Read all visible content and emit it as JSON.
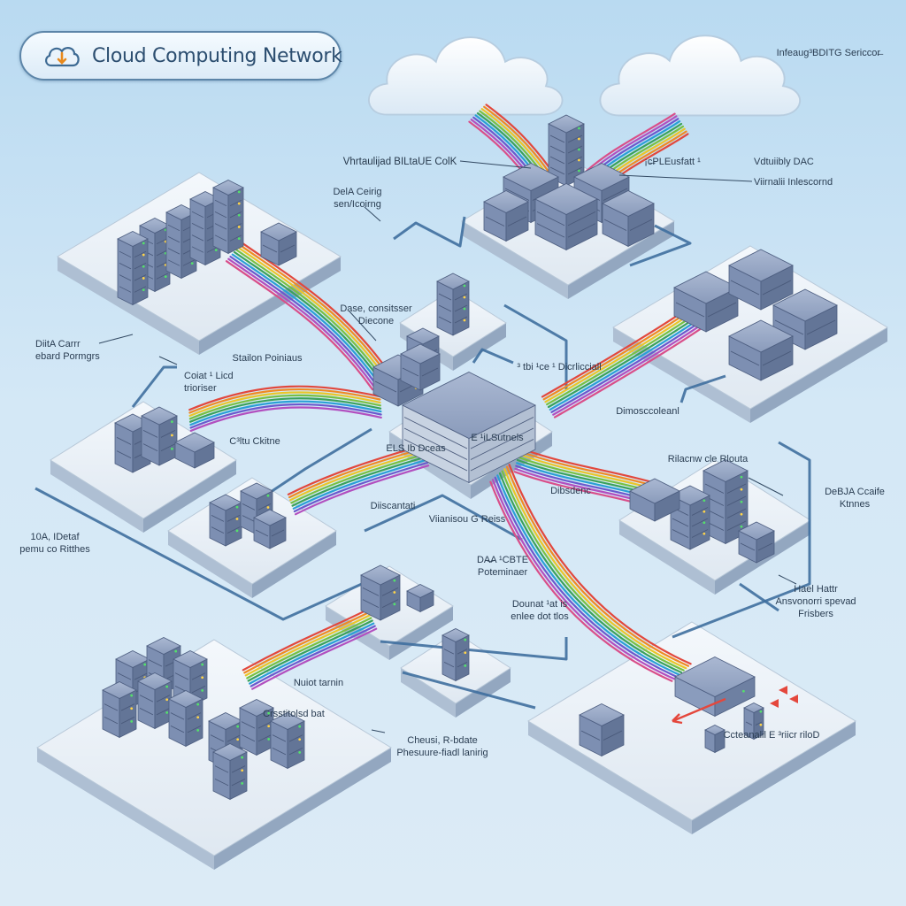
{
  "title": "Cloud Computing Network",
  "labels": {
    "top_right": "Infeaug³BDITG Sericcor̶",
    "virtual_top": "Vhrtaulijad BILtaUE ColK",
    "cloud_dac": "¡c̶PLEusfatt ¹",
    "vituairly_dac": "Vdtuiibly DAC",
    "virtual_interconnect": "Viirnalii Inlescornd",
    "data_centre_top": "DelA Ceirig\nsen/Icoirng",
    "data_cluster": "Dase, consitsser\nDiecone",
    "data_centre_left": "DiitA Carrr\nebard Pormgrs",
    "cobat_tied": "Coiat ¹ Licd\ntrioriser",
    "stadon_poiniaus": "Stailon Poiniaus",
    "cihu_ckilne": "C³ltu Ckitne",
    "hub_a": "ELS Ib Dceas",
    "hub_b": "E ¹iLSutnels",
    "rerccnmat": "³ tbi ¹ce ¹ Dicrlicciall",
    "dimoscoleand": "Dimosccoleanl",
    "dibsdenc": "Dibsdenc",
    "diiscanfat": "Diiscantati",
    "data_centre_right": "DeBJA Ccaife\nKtnnes",
    "rilacnw": "Rilacnw cle Rlouta",
    "virnsou_reiss": "Viianisou G Reiss",
    "data_left_mid": "10A, IDetaf\npemu co Ritthes",
    "data_obte": "DA̶A ¹CBTE\nPoteminaer",
    "dounat": "Dounat ¹at is\nenlee dot tlos",
    "hasl_hattr": "Hael Hattr\nAnsvonorri spevad\nFrisbers",
    "nurot_tarn": "Nuiot tarnin",
    "cheust": "Cheusi, R-bdate\nPhesuure-fiadl lanirig",
    "crsstitolsd": "Crsstitolsd bat",
    "bottom_right": "Ccteanalil E ³riicr riloD"
  }
}
